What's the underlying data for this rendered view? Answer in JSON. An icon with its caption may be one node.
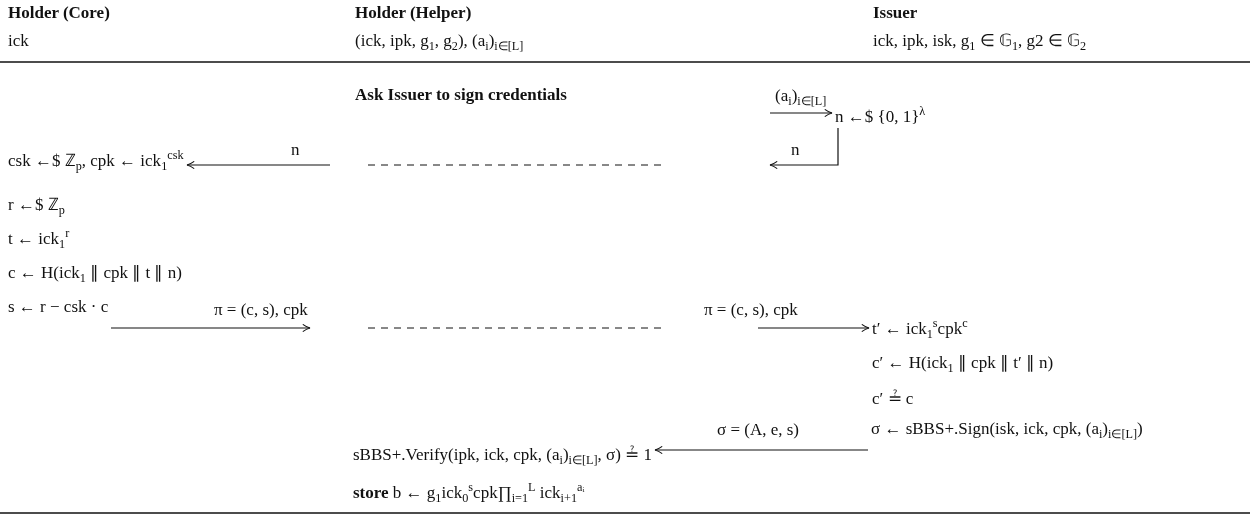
{
  "diagram": {
    "nodes": [
      {
        "text": [
          "n ←$ {0, 1}$^{λ}$"
        ]
      },
      {
        "text": [
          "csk ←$ ℤ$_{p}$, cpk ← ick$_{1}$$^{csk}$"
        ]
      },
      {
        "text": [
          "s ← r − csk · c"
        ]
      },
      {
        "text": [
          "t′ ← ick$_{1}$$^{s}$cpk$^{c}$"
        ]
      },
      {
        "text": [
          "σ ← sBBS+.Sign(isk, ick, cpk, (a$_{i}$)$_{i∈[L]}$)"
        ]
      },
      {
        "text": [
          "sBBS+.Verify(ipk, ick, cpk, (a$_{i}$)$_{i∈[L]}$, σ) ≟ 1"
        ]
      }
    ],
    "edges": [
      {
        "from": null,
        "to": 0,
        "arrow": "to",
        "label": "(a$_{i}$)$_{i∈[L]}$"
      },
      {
        "from": 0,
        "to": null,
        "arrow": "to",
        "label": "n"
      },
      {
        "from": null,
        "to": 1,
        "arrow": "to",
        "label": "n"
      },
      {
        "from": 2,
        "to": null,
        "arrow": "to",
        "label": "π = (c, s), cpk"
      },
      {
        "from": null,
        "to": 3,
        "arrow": "to",
        "label": "π = (c, s), cpk"
      },
      {
        "from": 4,
        "to": 5,
        "arrow": "to",
        "label": "σ = (A, e, s)"
      }
    ],
    "labels": [
      "Holder (Core)",
      "Holder (Helper)",
      "Issuer",
      "ick",
      "(ick, ipk, g$_{1}$, g$_{2}$), (a$_{i}$)$_{i∈[L]}$",
      "ick, ipk, isk, g$_{1}$ ∈ 𝔾$_{1}$, g2 ∈ 𝔾$_{2}$",
      "Ask Issuer to sign credentials",
      "r ←$ ℤ$_{p}$",
      "t ← ick$_{1}$$^{r}$",
      "c ← H(ick$_{1}$ ∥ cpk ∥ t ∥ n)",
      "c′ ← H(ick$_{1}$ ∥ cpk ∥ t′ ∥ n)",
      "c′ ≟ c",
      "**store** b ← g$_{1}$ick$_{0}$$^{s}$cpk∏$_{i=1}$$^{L}$ ick$_{i+1}$$^{aᵢ}$"
    ]
  }
}
